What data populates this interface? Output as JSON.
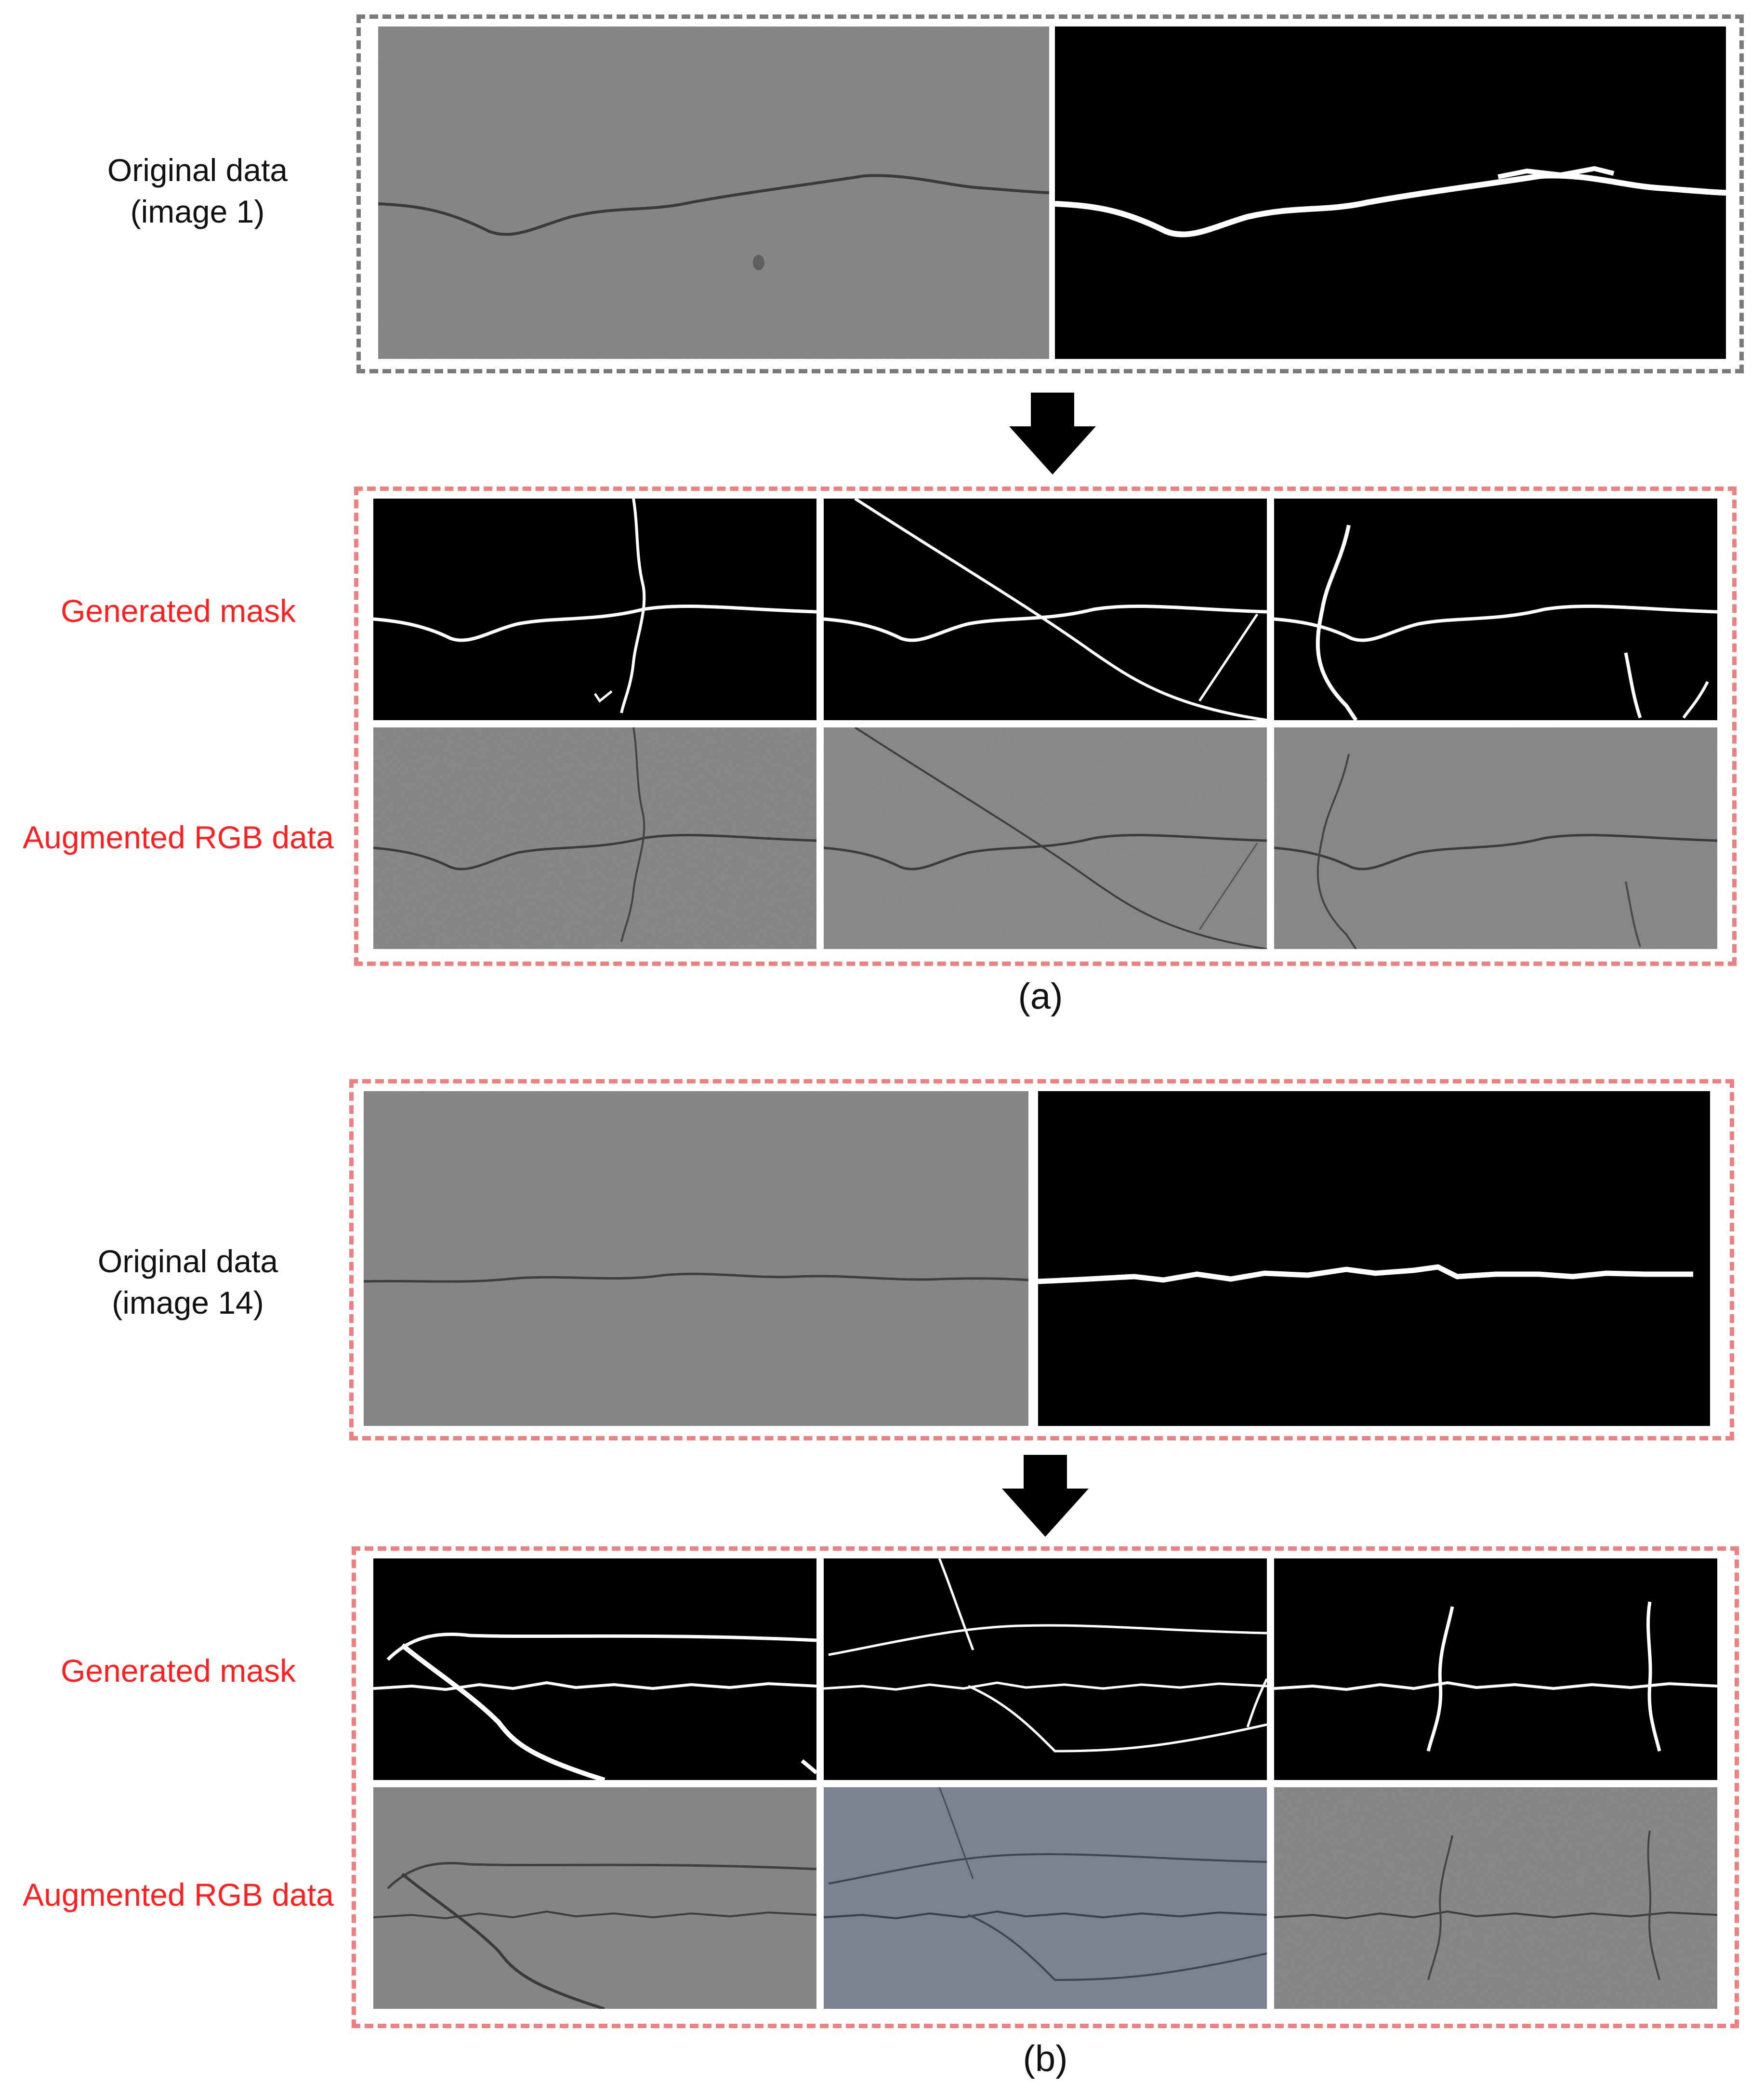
{
  "figure_a": {
    "original_label_line1": "Original data",
    "original_label_line2": "(image 1)",
    "generated_mask_label": "Generated mask",
    "augmented_label": "Augmented RGB data",
    "caption": "(a)"
  },
  "figure_b": {
    "original_label_line1": "Original data",
    "original_label_line2": "(image 14)",
    "generated_mask_label": "Generated mask",
    "augmented_label": "Augmented RGB data",
    "caption": "(b)"
  },
  "colors": {
    "label_red": "#ff2020",
    "frame_gray": "#7a7a7a",
    "frame_red": "#f08080",
    "asphalt": "#8a8a8a",
    "asphalt_blue": "#7e8794",
    "mask_bg": "#000000",
    "mask_crack": "#ffffff"
  }
}
